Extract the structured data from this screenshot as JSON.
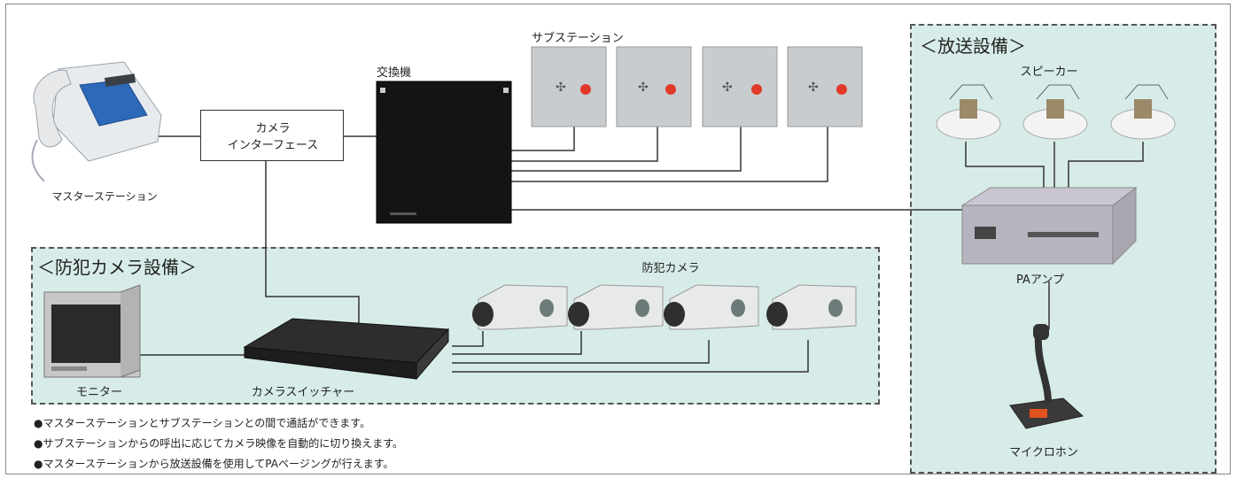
{
  "labels": {
    "exchange": "交換機",
    "sub_stations": "サブステーション",
    "camera_interface_line1": "カメラ",
    "camera_interface_line2": "インターフェース",
    "master_station": "マスターステーション",
    "speakers": "スピーカー",
    "pa_amp": "PAアンプ",
    "microphone": "マイクロホン",
    "cameras": "防犯カメラ",
    "monitor": "モニター",
    "camera_switcher": "カメラスイッチャー"
  },
  "areas": {
    "broadcast": "＜放送設備＞",
    "security": "＜防犯カメラ設備＞"
  },
  "notes": [
    "●マスターステーションとサブステーションとの間で通話ができます。",
    "●サブステーションからの呼出に応じてカメラ映像を自動的に切り換えます。",
    "●マスターステーションから放送設備を使用してPAページングが行えます。"
  ],
  "colors": {
    "area_fill": "#d7ece8",
    "area_border": "#555555",
    "line": "#333333",
    "substation_button": "#e23a2a"
  },
  "icons": {
    "master_station": "telephone-console-icon",
    "exchange": "exchange-cabinet-icon",
    "sub_station": "intercom-panel-icon",
    "speaker": "ceiling-speaker-icon",
    "pa_amp": "amplifier-icon",
    "microphone": "desk-microphone-icon",
    "camera": "cctv-camera-icon",
    "monitor": "crt-monitor-icon",
    "camera_switcher": "video-switcher-icon"
  }
}
